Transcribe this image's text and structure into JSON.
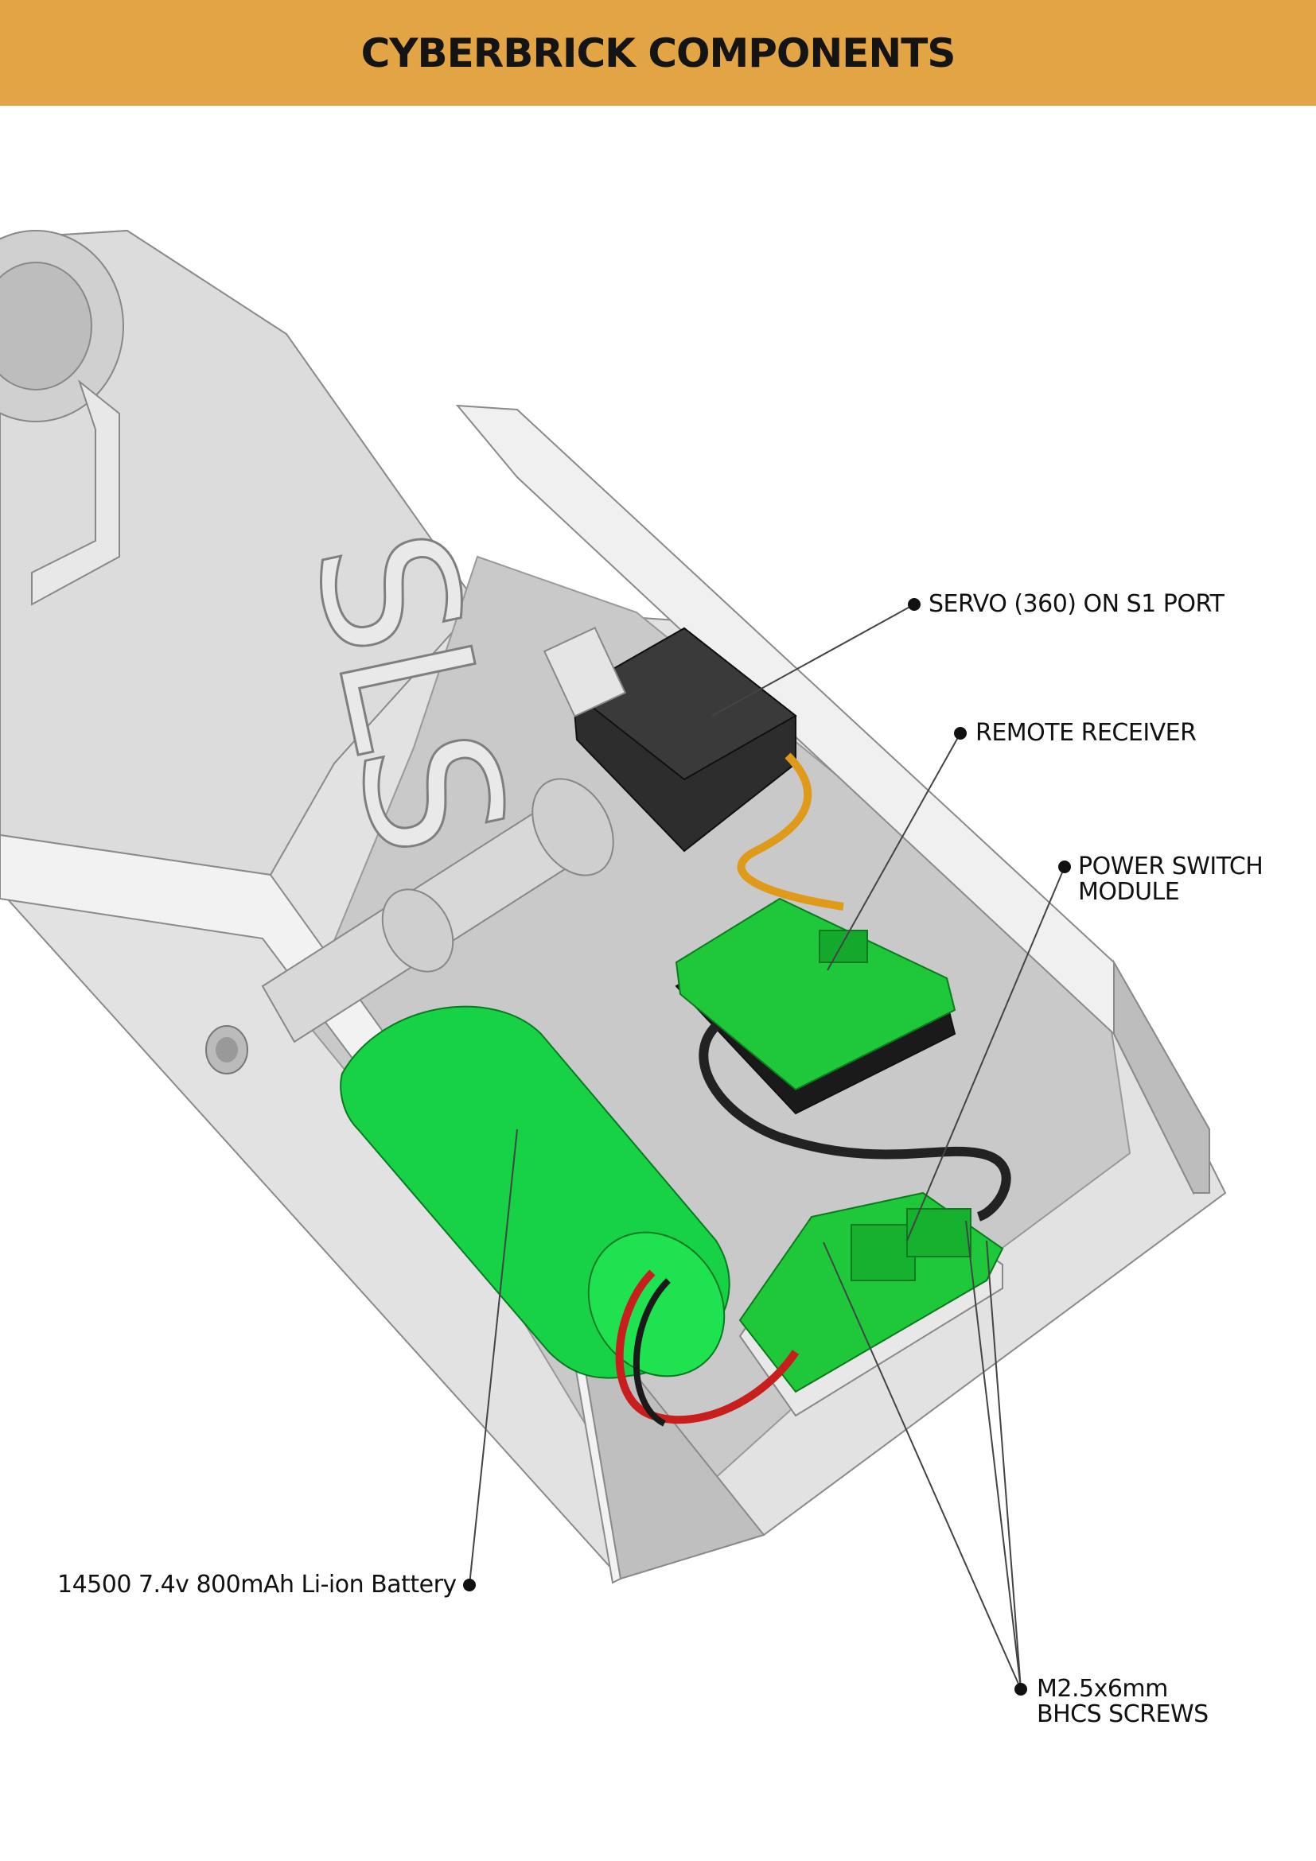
{
  "header": {
    "title": "CYBERBRICK COMPONENTS",
    "background": "#e3a543"
  },
  "model": {
    "embossed_text": "SLS"
  },
  "callouts": {
    "servo": "SERVO (360) ON S1 PORT",
    "receiver": "REMOTE RECEIVER",
    "power_switch_line1": "POWER SWITCH",
    "power_switch_line2": "MODULE",
    "battery": "14500 7.4v 800mAh Li-ion Battery",
    "screws_line1": "M2.5x6mm",
    "screws_line2": "BHCS SCREWS"
  },
  "colors": {
    "pcb": "#1fc83a",
    "battery": "#17d146",
    "servo": "#2d2d2d",
    "plastic": "#d8d8d8"
  }
}
